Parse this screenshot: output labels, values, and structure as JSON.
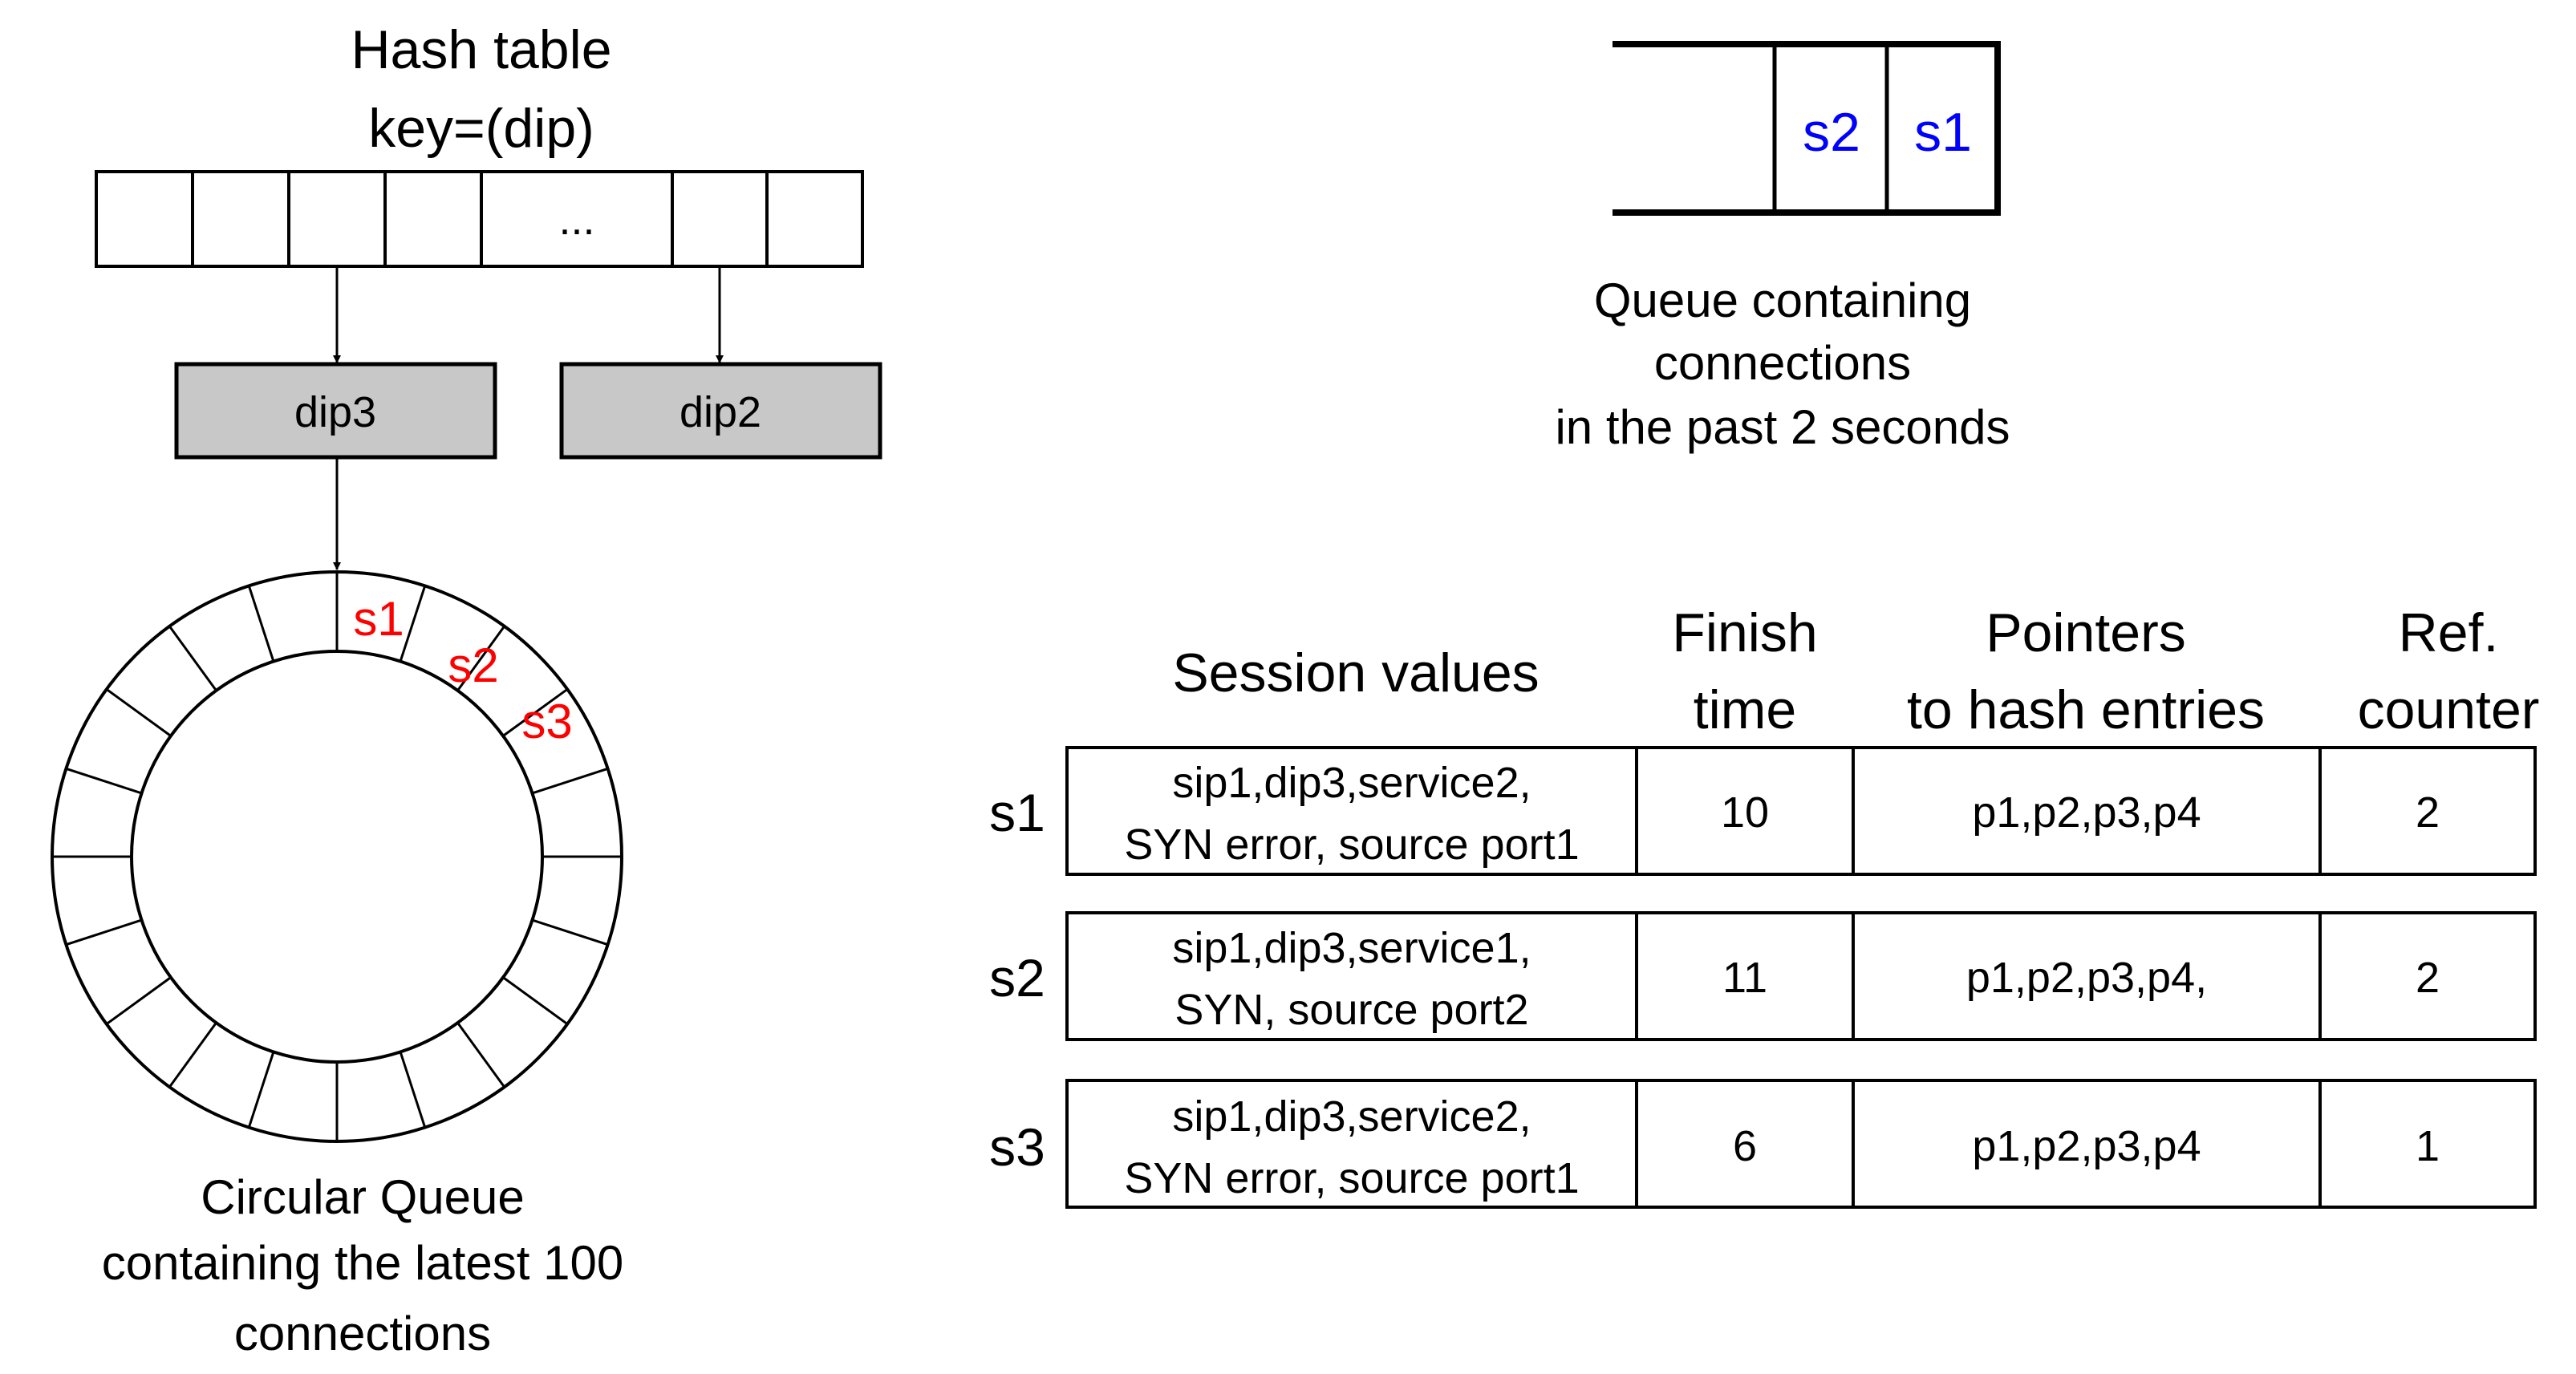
{
  "hash_table": {
    "title": "Hash table",
    "key": "key=(dip)",
    "slots": [
      "",
      "",
      "",
      "",
      "...",
      "",
      ""
    ]
  },
  "hash_entries": [
    {
      "label": "dip3"
    },
    {
      "label": "dip2"
    }
  ],
  "circular_queue": {
    "slot_count": 20,
    "labels": [
      "s1",
      "s2",
      "s3"
    ],
    "caption_lines": [
      "Circular Queue",
      "containing the latest 100",
      "connections"
    ],
    "label_color": "#ff0000"
  },
  "time_queue": {
    "cells": [
      "s2",
      "s1"
    ],
    "caption_lines": [
      "Queue containing",
      "connections",
      "in the past 2 seconds"
    ],
    "label_color": "#0000ff"
  },
  "session_table": {
    "headers": [
      {
        "lines": [
          "Session values"
        ]
      },
      {
        "lines": [
          "Finish",
          "time"
        ]
      },
      {
        "lines": [
          "Pointers",
          "to hash entries"
        ]
      },
      {
        "lines": [
          "Ref.",
          "counter"
        ]
      }
    ],
    "rows": [
      {
        "label": "s1",
        "session_lines": [
          "sip1,dip3,service2,",
          "SYN error, source port1"
        ],
        "finish": "10",
        "pointers": "p1,p2,p3,p4",
        "ref": "2"
      },
      {
        "label": "s2",
        "session_lines": [
          "sip1,dip3,service1,",
          "SYN, source port2"
        ],
        "finish": "11",
        "pointers": "p1,p2,p3,p4,",
        "ref": "2"
      },
      {
        "label": "s3",
        "session_lines": [
          "sip1,dip3,service2,",
          "SYN error, source port1"
        ],
        "finish": "6",
        "pointers": "p1,p2,p3,p4",
        "ref": "1"
      }
    ]
  }
}
